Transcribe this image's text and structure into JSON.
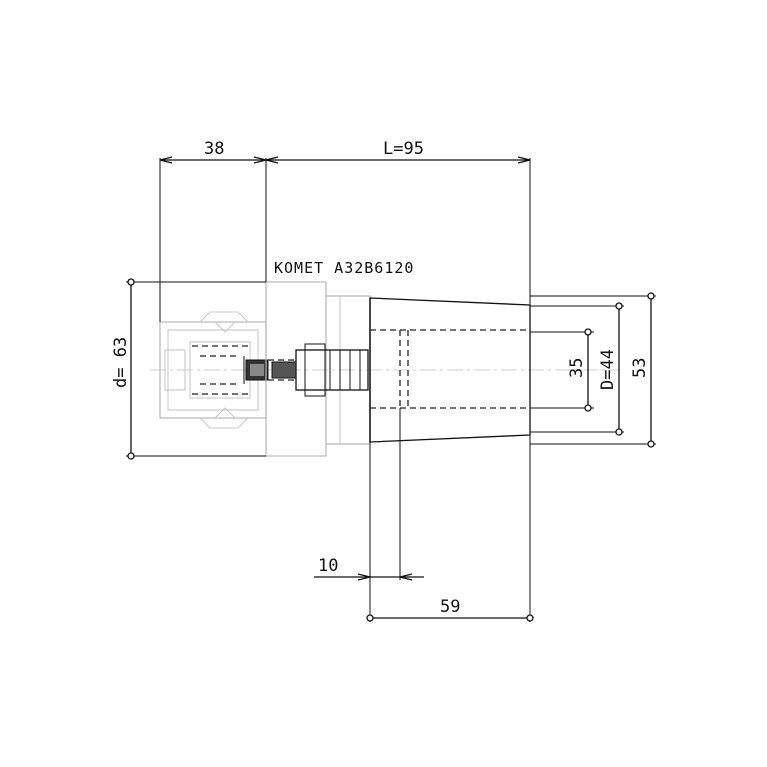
{
  "drawing": {
    "part_label": "KOMET A32B6120",
    "dimensions": {
      "flange_length": "38",
      "body_length": "L=95",
      "shank_diameter": "d= 63",
      "bore_diameter": "35",
      "tip_diameter": "D=44",
      "outer_diameter": "53",
      "step_length": "10",
      "tip_length": "59"
    }
  }
}
